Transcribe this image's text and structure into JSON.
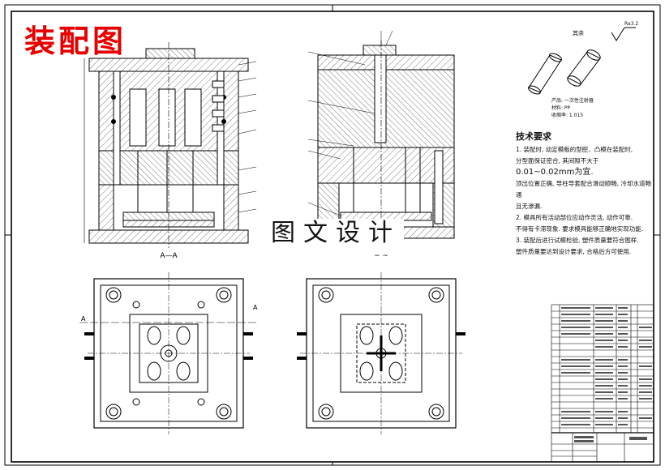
{
  "header": {
    "title": "装配图"
  },
  "watermark": {
    "text": "图文设计"
  },
  "views": {
    "section_a_label": "A—A",
    "section_b_label": "~ ~",
    "plan_marker": "A",
    "roughness_label": "其余",
    "roughness_value": "Ra3.2"
  },
  "part_info": {
    "line1": "产品: 一次性注射器",
    "line2": "材料: PP",
    "line3": "收缩率: 1.015"
  },
  "tech_requirements": {
    "heading": "技术要求",
    "items": [
      "1. 装配时, 动定模板的型腔、凸模在装配时,",
      "分型面保证密合, 其间隙不大于",
      "0.01~0.02mm为宜.",
      "顶出位置正确, 导柱导套配合滑动顺畅, 冷却水道畅通",
      "且无渗漏.",
      "2. 模具所有活动部位应动作灵活, 动作可靠.",
      "不得有卡滞现象. 要求模具能够正确地实现功能.",
      "3. 装配后进行试模检验, 塑件质量要符合图样.",
      "塑件质量要达到设计要求, 合格后方可使用."
    ]
  },
  "colors": {
    "title_red": "#e60000",
    "line": "#000000"
  }
}
